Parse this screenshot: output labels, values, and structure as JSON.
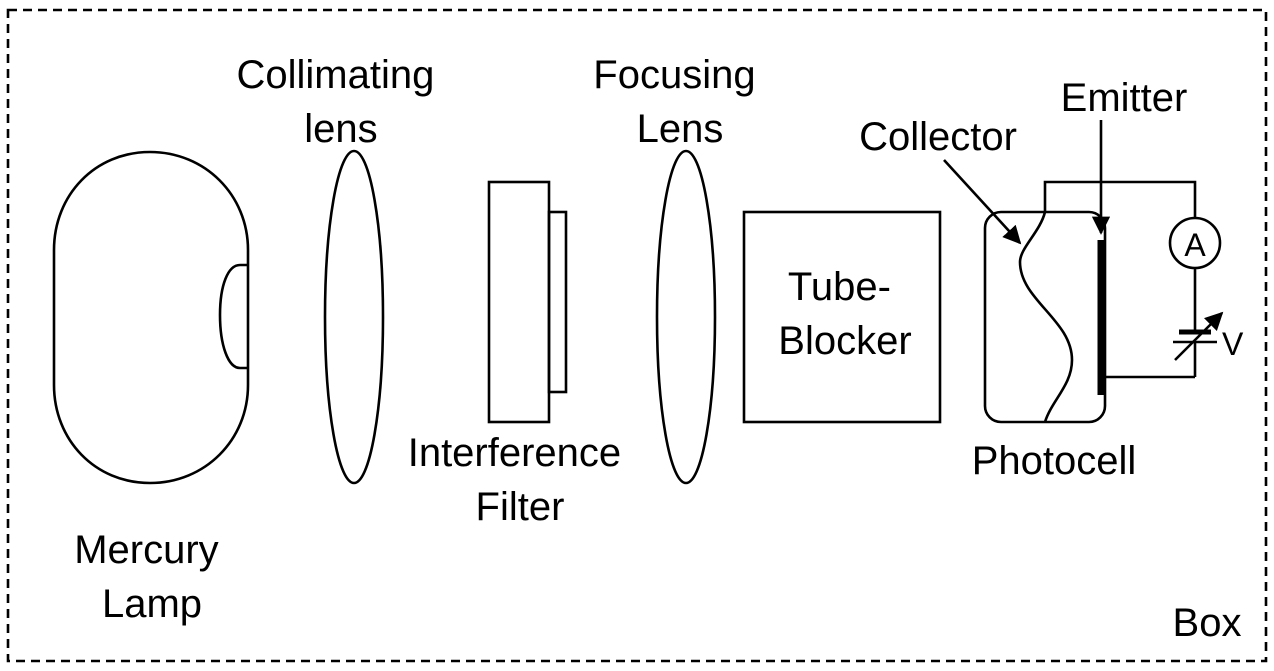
{
  "labels": {
    "mercury_lamp": [
      "Mercury",
      "Lamp"
    ],
    "collimating_lens": [
      "Collimating",
      "lens"
    ],
    "interference_filter": [
      "Interference",
      "Filter"
    ],
    "focusing_lens": [
      "Focusing",
      "Lens"
    ],
    "tube_blocker": [
      "Tube-",
      "Blocker"
    ],
    "collector": "Collector",
    "emitter": "Emitter",
    "photocell": "Photocell",
    "ammeter": "A",
    "voltage": "V",
    "box": "Box"
  },
  "colors": {
    "stroke": "#000000",
    "background": "#ffffff"
  }
}
